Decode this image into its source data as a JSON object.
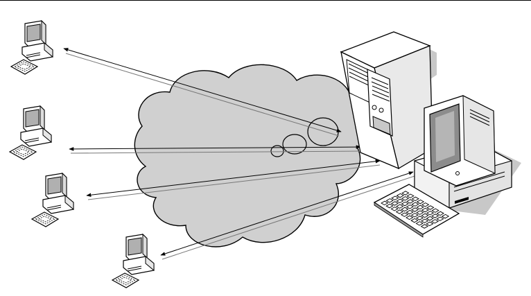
{
  "diagram": {
    "nodes": [
      {
        "id": "client-1",
        "kind": "desktop-computer-icon"
      },
      {
        "id": "client-2",
        "kind": "desktop-computer-icon"
      },
      {
        "id": "client-3",
        "kind": "desktop-computer-icon"
      },
      {
        "id": "client-4",
        "kind": "desktop-computer-icon"
      },
      {
        "id": "network-cloud",
        "kind": "cloud-icon"
      },
      {
        "id": "server",
        "kind": "tower-server-icon"
      },
      {
        "id": "workstation",
        "kind": "workstation-computer-icon"
      }
    ],
    "edges": [
      {
        "from": "client-1",
        "to": "server",
        "direction": "both"
      },
      {
        "from": "client-2",
        "to": "server",
        "direction": "both"
      },
      {
        "from": "client-3",
        "to": "server",
        "direction": "both"
      },
      {
        "from": "client-4",
        "to": "server",
        "direction": "both"
      }
    ]
  },
  "colors": {
    "background": "#ffffff",
    "cloud": "#d0d0d0",
    "outline": "#000000",
    "device": "#ffffff",
    "screen": "#b0b0b0",
    "shadow": "#c8c8c8"
  }
}
